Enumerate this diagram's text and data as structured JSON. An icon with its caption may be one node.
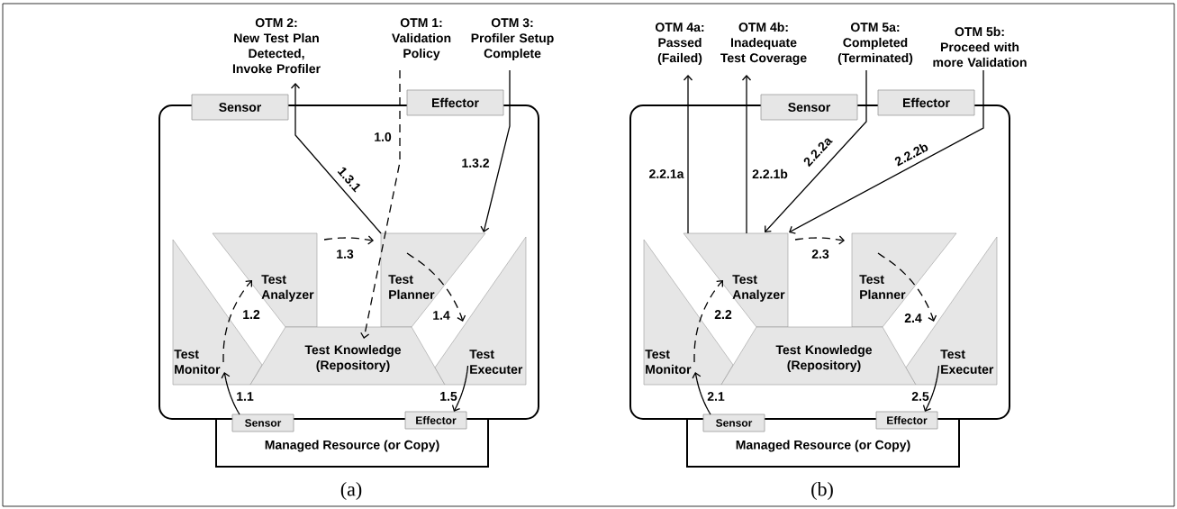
{
  "diagram": {
    "nodes": [
      {
        "text": [
          "OTM 2:",
          "New Test Plan Detected, Invoke Profiler"
        ]
      },
      {
        "text": [
          "OTM 1:",
          "Validation Policy"
        ]
      },
      {
        "text": [
          "OTM 3:",
          "Profiler Setup Complete"
        ]
      },
      {
        "text": [],
        "shape": "box"
      },
      {
        "text": [
          "Sensor"
        ]
      },
      {
        "text": [
          "Effector"
        ]
      },
      {
        "text": [
          "Test Analyzer"
        ],
        "in": 3
      },
      {
        "text": [
          "Test Planner"
        ],
        "in": 3
      },
      {
        "text": [
          "Test Monitor"
        ],
        "in": 3
      },
      {
        "text": [
          "Test Knowledge (Repository)"
        ],
        "in": 3
      },
      {
        "text": [
          "Test Executer"
        ],
        "in": 3
      },
      {
        "text": [
          "Managed Resource (or Copy)"
        ]
      },
      {
        "text": [
          "Sensor"
        ]
      },
      {
        "text": [
          "Effector"
        ]
      },
      {
        "text": [
          "OTM 4a:",
          "Passed (Failed)"
        ]
      },
      {
        "text": [
          "OTM 4b:",
          "Inadequate Test Coverage"
        ]
      },
      {
        "text": [
          "OTM 5a:",
          "Completed (Terminated)"
        ]
      },
      {
        "text": [
          "OTM 5b:",
          "Proceed with more Validation"
        ]
      },
      {
        "text": [],
        "shape": "box"
      },
      {
        "text": [
          "Sensor"
        ]
      },
      {
        "text": [
          "Effector"
        ]
      },
      {
        "text": [
          "Test Analyzer"
        ],
        "in": 18
      },
      {
        "text": [
          "Test Planner"
        ],
        "in": 18
      },
      {
        "text": [
          "Test Monitor"
        ],
        "in": 18
      },
      {
        "text": [
          "Test Knowledge (Repository)"
        ],
        "in": 18
      },
      {
        "text": [
          "Test Executer"
        ],
        "in": 18
      },
      {
        "text": [
          "Managed Resource (or Copy)"
        ]
      },
      {
        "text": [
          "Sensor"
        ]
      },
      {
        "text": [
          "Effector"
        ]
      }
    ],
    "edges": [
      {
        "from": 1,
        "to": 9,
        "arrow": "to",
        "label": "1.0",
        "style": "dashed"
      },
      {
        "from": 12,
        "to": 8,
        "arrow": "to",
        "label": "1.1"
      },
      {
        "from": 8,
        "to": 6,
        "arrow": "to",
        "label": "1.2",
        "style": "dashed"
      },
      {
        "from": 6,
        "to": 7,
        "arrow": "to",
        "label": "1.3",
        "style": "dashed"
      },
      {
        "from": 7,
        "to": 0,
        "arrow": "to",
        "label": "1.3.1"
      },
      {
        "from": 2,
        "to": 7,
        "arrow": "to",
        "label": "1.3.2"
      },
      {
        "from": 7,
        "to": 10,
        "arrow": "to",
        "label": "1.4",
        "style": "dashed"
      },
      {
        "from": 10,
        "to": 13,
        "arrow": "to",
        "label": "1.5"
      },
      {
        "from": 27,
        "to": 23,
        "arrow": "to",
        "label": "2.1"
      },
      {
        "from": 23,
        "to": 21,
        "arrow": "to",
        "label": "2.2",
        "style": "dashed"
      },
      {
        "from": 21,
        "to": 14,
        "arrow": "to",
        "label": "2.2.1a"
      },
      {
        "from": 21,
        "to": 15,
        "arrow": "to",
        "label": "2.2.1b"
      },
      {
        "from": 16,
        "to": 21,
        "arrow": "to",
        "label": "2.2.2a"
      },
      {
        "from": 17,
        "to": 21,
        "arrow": "to",
        "label": "2.2.2b"
      },
      {
        "from": 21,
        "to": 22,
        "arrow": "to",
        "label": "2.3",
        "style": "dashed"
      },
      {
        "from": 22,
        "to": 25,
        "arrow": "to",
        "label": "2.4",
        "style": "dashed"
      },
      {
        "from": 25,
        "to": 28,
        "arrow": "to",
        "label": "2.5"
      }
    ],
    "labels": [
      "(a)",
      "(b)"
    ]
  }
}
